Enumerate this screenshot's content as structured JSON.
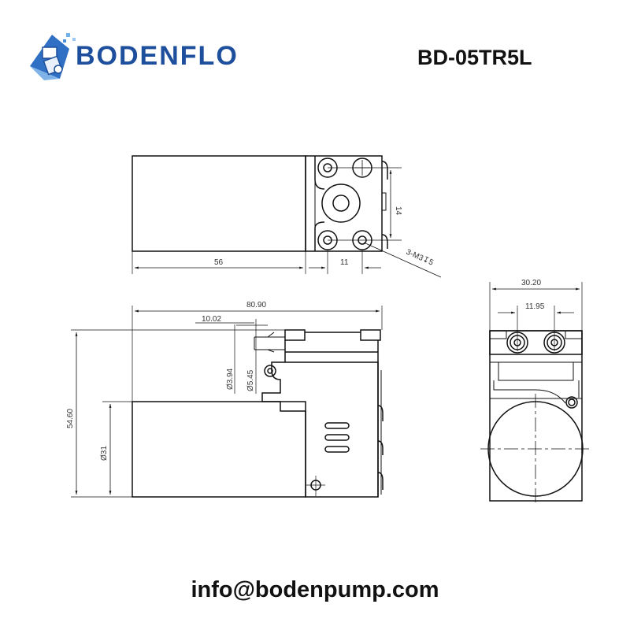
{
  "header": {
    "brand_name": "BODENFLO",
    "model": "BD-05TR5L"
  },
  "footer": {
    "email": "info@bodenpump.com"
  },
  "colors": {
    "brand_blue": "#1e4f9c",
    "brand_light_blue": "#3a8fd8",
    "line": "#111111",
    "text": "#111111"
  },
  "top_view": {
    "dim_length": "56",
    "dim_hole_spacing": "11",
    "dim_vertical": "14",
    "callout": "3-M3↧5"
  },
  "side_view": {
    "dim_total_length": "80.90",
    "dim_port_offset": "10.02",
    "dim_port_inner": "Ø3.94",
    "dim_port_outer": "Ø5.45",
    "dim_height": "54.60",
    "dim_motor_dia": "Ø31"
  },
  "end_view": {
    "dim_width": "30.20",
    "dim_port_spacing": "11.95"
  }
}
